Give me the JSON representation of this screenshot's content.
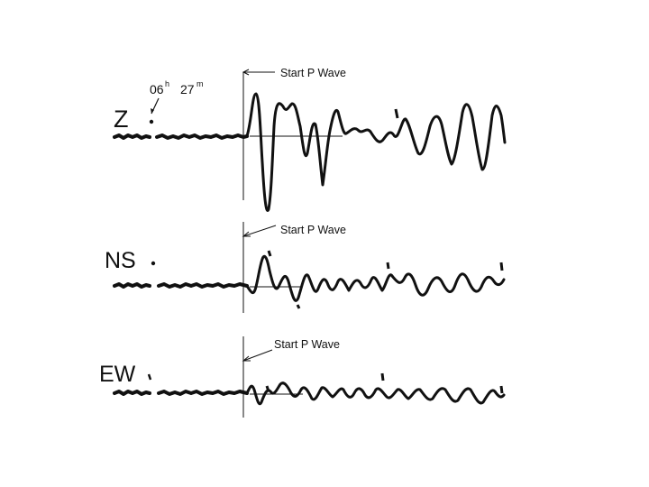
{
  "time_annotation": {
    "hours": "06",
    "hours_unit": "h",
    "minutes": "27",
    "minutes_unit": "m"
  },
  "channels": [
    {
      "id": "z",
      "label": "Z",
      "annotation": "Start P Wave"
    },
    {
      "id": "ns",
      "label": "NS",
      "annotation": "Start P Wave"
    },
    {
      "id": "ew",
      "label": "EW",
      "annotation": "Start P Wave"
    }
  ],
  "colors": {
    "ink": "#111111",
    "background": "#ffffff"
  }
}
